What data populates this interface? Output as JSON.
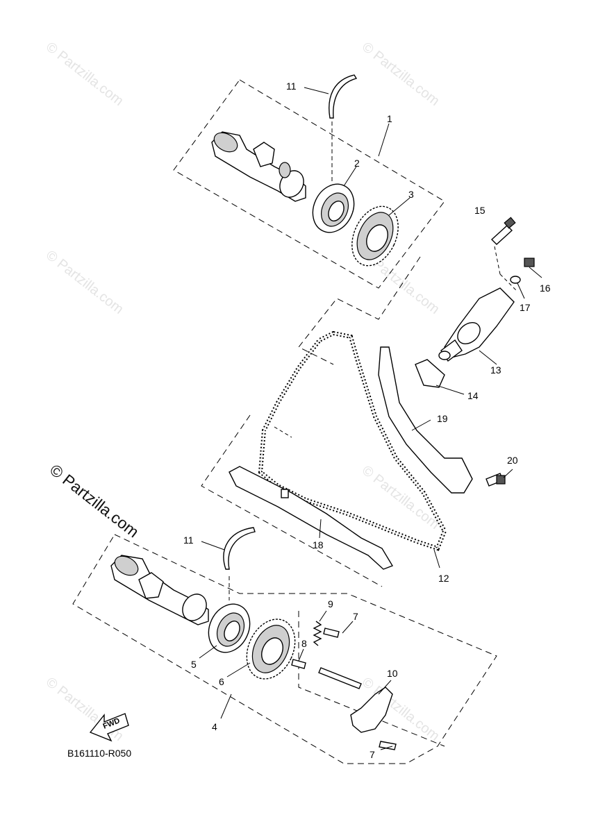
{
  "diagram": {
    "reference_code": "B161110-R050",
    "fwd_label": "FWD",
    "copyright_mark": "© Partzilla.com",
    "watermark_text": "© Partzilla.com",
    "callouts": {
      "c1": "1",
      "c2": "2",
      "c3": "3",
      "c4": "4",
      "c5": "5",
      "c6": "6",
      "c7a": "7",
      "c7b": "7",
      "c8": "8",
      "c9": "9",
      "c10": "10",
      "c11a": "11",
      "c11b": "11",
      "c12": "12",
      "c13": "13",
      "c14": "14",
      "c15": "15",
      "c16": "16",
      "c17": "17",
      "c18": "18",
      "c19": "19",
      "c20": "20"
    },
    "colors": {
      "line": "#000000",
      "watermark": "#e4e4e4",
      "background": "#ffffff"
    }
  }
}
